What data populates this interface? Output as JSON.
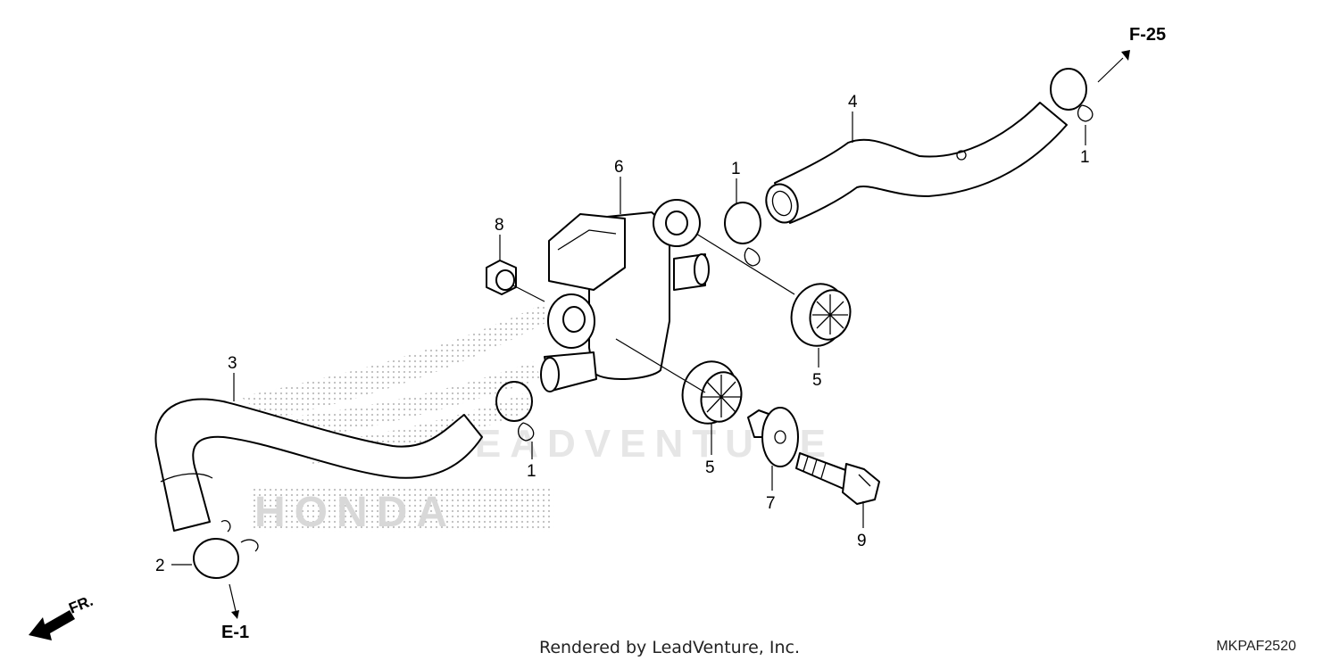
{
  "diagram": {
    "callouts": {
      "c1a": "1",
      "c1b": "1",
      "c1c": "1",
      "c2": "2",
      "c3": "3",
      "c4": "4",
      "c5a": "5",
      "c5b": "5",
      "c6": "6",
      "c7": "7",
      "c8": "8",
      "c9": "9"
    },
    "refs": {
      "f25": "F-25",
      "e1": "E-1",
      "fr": "FR."
    },
    "watermark": {
      "brand": "HONDA",
      "dealer": "LEADVENTURE"
    }
  },
  "footer": {
    "credit": "Rendered by LeadVenture, Inc.",
    "diagram_code": "MKPAF2520"
  },
  "colors": {
    "line": "#000000",
    "watermark": "#d8d8d8",
    "background": "#ffffff"
  }
}
